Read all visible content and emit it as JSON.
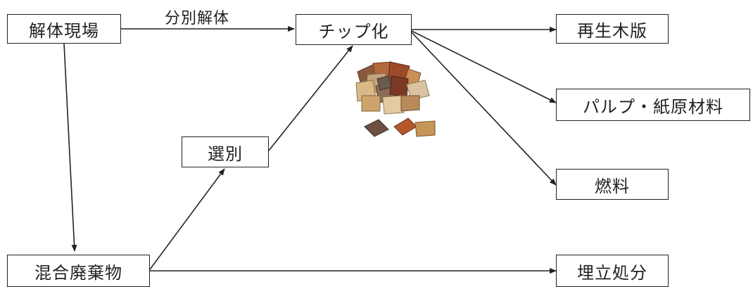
{
  "nodes": {
    "demolition_site": "解体現場",
    "chipping": "チップ化",
    "recycled_board": "再生木版",
    "pulp_paper": "パルプ・紙原材料",
    "fuel": "燃料",
    "sorting": "選別",
    "mixed_waste": "混合廃棄物",
    "landfill": "埋立処分"
  },
  "edges": {
    "separate_demolition": "分別解体"
  },
  "image": {
    "icon": "wood-chips-pile-icon"
  },
  "colors": {
    "line": "#222222",
    "box_border": "#222222"
  }
}
